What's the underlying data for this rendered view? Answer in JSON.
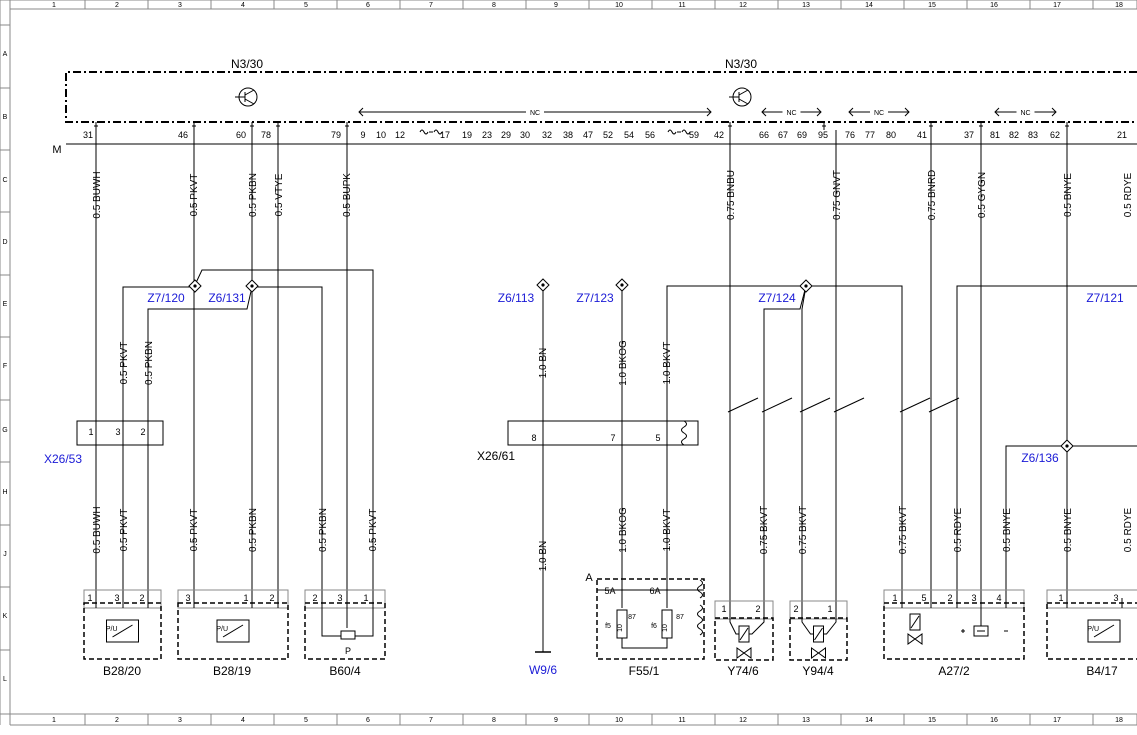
{
  "colors": {
    "line": "#000000",
    "connector": "#1a1ad6",
    "frame": "#888888"
  },
  "columns": [
    "1",
    "2",
    "3",
    "4",
    "5",
    "6",
    "7",
    "8",
    "9",
    "10",
    "11",
    "12",
    "13",
    "14",
    "15",
    "16",
    "17",
    "18"
  ],
  "rows": [
    "A",
    "B",
    "C",
    "D",
    "E",
    "F",
    "G",
    "H",
    "J",
    "K",
    "L"
  ],
  "modules": [
    {
      "id": "n330-left",
      "label": "N3/30"
    },
    {
      "id": "n330-right",
      "label": "N3/30"
    }
  ],
  "left_marker": "M",
  "nc_label": "NC",
  "pins": [
    "31",
    "46",
    "60",
    "78",
    "79",
    "9",
    "10",
    "12",
    "17",
    "19",
    "23",
    "29",
    "30",
    "32",
    "38",
    "47",
    "52",
    "54",
    "56",
    "59",
    "42",
    "66",
    "67",
    "69",
    "95",
    "76",
    "77",
    "80",
    "41",
    "37",
    "81",
    "82",
    "83",
    "62",
    "21"
  ],
  "wires": [
    "0.5 BUWH",
    "0.5 PKVT",
    "0.5 PKBN",
    "0.5 VTYE",
    "0.5 BUPK",
    "0.75 BNBU",
    "0.75 GNVT",
    "0.75 BNRD",
    "0.5 GYGN",
    "0.5 BNYE",
    "0.5 RDYE",
    "0.5 PKVT",
    "0.5 PKBN",
    "0.5 BUWH",
    "0.5 PKVT",
    "0.5 PKVT",
    "0.5 PKBN",
    "0.5 PKBN",
    "0.5 PKVT",
    "1.0 BN",
    "1.0 BKOG",
    "1.0 BKVT",
    "1.0 BN",
    "1.0 BKOG",
    "1.0 BKVT",
    "0.75 BKVT",
    "0.75 BKVT",
    "0.75 BKVT",
    "0.5 RDYE",
    "0.5 BNYE",
    "0.5 BNYE",
    "0.5 RDYE"
  ],
  "connectors": [
    "Z7/120",
    "Z6/131",
    "Z6/113",
    "Z7/123",
    "Z7/124",
    "Z7/121",
    "Z6/136",
    "W9/6"
  ],
  "plugs": [
    "X26/53",
    "X26/61"
  ],
  "plug_pins": [
    "1",
    "3",
    "2",
    "8",
    "7",
    "5"
  ],
  "components": [
    "B28/20",
    "B28/19",
    "B60/4",
    "F55/1",
    "Y74/6",
    "Y94/4",
    "A27/2",
    "B4/17"
  ],
  "component_pins": [
    "1",
    "3",
    "2",
    "3",
    "1",
    "2",
    "2",
    "3",
    "1",
    "5A",
    "6A",
    "1",
    "2",
    "2",
    "1",
    "1",
    "5",
    "2",
    "3",
    "4",
    "1",
    "3"
  ],
  "fuse_texts": [
    "f5",
    "10",
    "87",
    "f6",
    "10",
    "87"
  ],
  "sensor_glyph": "P/U",
  "pot_label": "P",
  "fuse_box_label": "A"
}
